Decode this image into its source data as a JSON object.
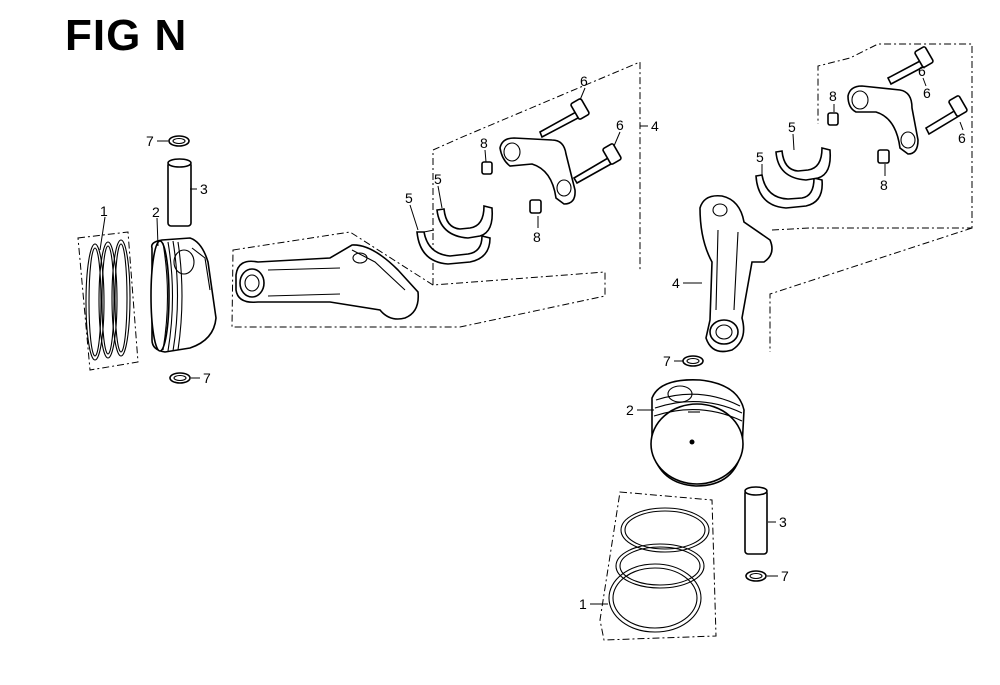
{
  "title": "FIG N",
  "callouts": {
    "c1a": "1",
    "c2a": "2",
    "c3a": "3",
    "c7a": "7",
    "c7b": "7",
    "c4a": "4",
    "c5a": "5",
    "c5b": "5",
    "c6a": "6",
    "c6b": "6",
    "c8a": "8",
    "c8b": "8",
    "c6c": "6",
    "c6d": "6",
    "c6e": "6",
    "c8c": "8",
    "c8d": "8",
    "c5c": "5",
    "c5d": "5",
    "c4b": "4",
    "c7c": "7",
    "c2b": "2",
    "c3b": "3",
    "c7d": "7",
    "c1b": "1"
  }
}
